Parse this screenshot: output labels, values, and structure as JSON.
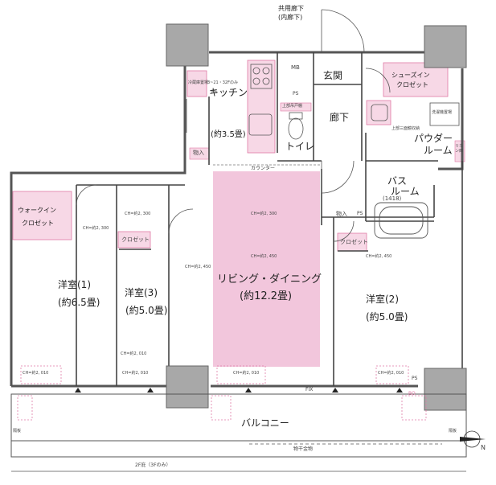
{
  "corridor": {
    "line1": "共用廊下",
    "line2": "(内廊下)"
  },
  "rooms": {
    "kitchen": {
      "name": "キッチン",
      "size": "(約3.5畳)"
    },
    "genkan": "玄関",
    "rouka": "廊下",
    "toilet": "トイレ",
    "shoes": {
      "line1": "シューズイン",
      "line2": "クロゼット"
    },
    "powder": {
      "line1": "パウダー",
      "line2": "ルーム"
    },
    "bath": {
      "line1": "バス",
      "line2": "ルーム",
      "code": "(1418)"
    },
    "ldk": {
      "name": "リビング・ダイニング",
      "size": "(約12.2畳)"
    },
    "yoshitsu1": {
      "name": "洋室(1)",
      "size": "(約6.5畳)"
    },
    "yoshitsu3": {
      "name": "洋室(3)",
      "size": "(約5.0畳)"
    },
    "yoshitsu2": {
      "name": "洋室(2)",
      "size": "(約5.0畳)"
    },
    "walkin": {
      "line1": "ウォークイン",
      "line2": "クロゼット"
    },
    "closet": "クロゼット",
    "storage": "物入",
    "balcony": "バルコニー"
  },
  "small_labels": {
    "mb": "MB",
    "ps": "PS",
    "counter": "カウンター",
    "fix": "FIX",
    "bo": "BO",
    "fridge": "冷蔵庫置場",
    "washer": "洗濯機置場",
    "upper_cab": "上部吊戸棚",
    "upper_shelf": "上部三面鏡収納",
    "ladder": "リネン庫",
    "drying": "物干金物",
    "eave": "2F庇（3Fのみ）",
    "kabe_left": "隔板",
    "kabe_right": "隔板",
    "ch1": "CH=約2, 300",
    "ch2": "CH=約2, 450",
    "ch3": "CH=約2, 010",
    "ch4": "CH=約2, 450",
    "ch5": "CH=約2, 010",
    "ch6": "CH=約2, 300",
    "ch7": "CH=約2, 010",
    "ch8": "CH=約2, 010",
    "ch9": "CH=約2, 300",
    "ch10": "CH=約2, 450",
    "ch11": "CH=約2, 010",
    "kitchen_note": "3~21・32Fのみ"
  },
  "compass": "N",
  "colors": {
    "pink": "#f2c6dc",
    "pink_line": "#e07aa6",
    "wall": "#888888",
    "column": "#aaaaaa",
    "line": "#333333"
  }
}
